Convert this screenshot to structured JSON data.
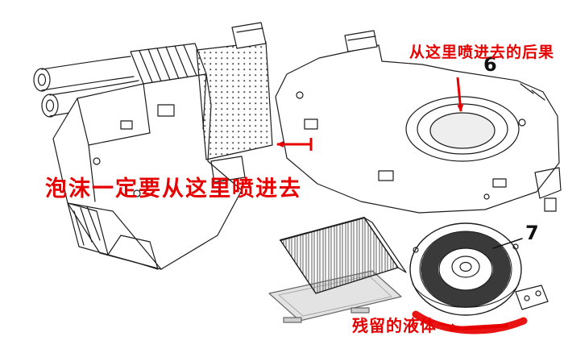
{
  "figure": {
    "type": "exploded-parts-diagram",
    "subject": "automotive-hvac-heater-blower-assembly",
    "annotations": {
      "top_right": "从这里喷进去的后果",
      "left": "泡沫一定要从这里喷进去",
      "bottom": "残留的液体"
    },
    "callouts": {
      "part6": "6",
      "part7": "7"
    },
    "colors": {
      "annotation_red": "#e60000",
      "line_black": "#1c1c1c",
      "background": "#ffffff"
    }
  }
}
